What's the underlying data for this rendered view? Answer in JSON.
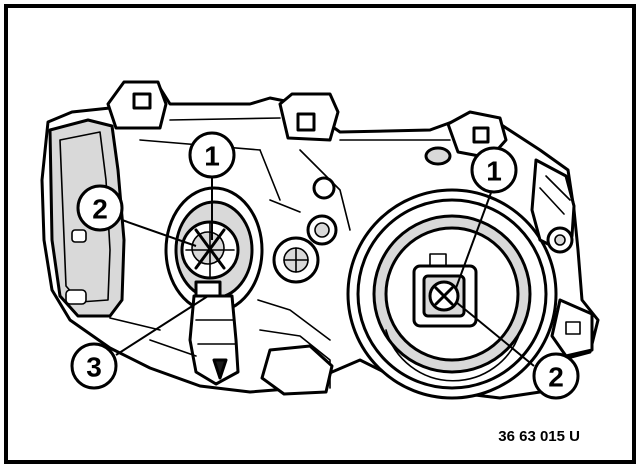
{
  "callouts": [
    {
      "id": "c1a",
      "label": "1"
    },
    {
      "id": "c2a",
      "label": "2"
    },
    {
      "id": "c3",
      "label": "3"
    },
    {
      "id": "c1b",
      "label": "1"
    },
    {
      "id": "c2b",
      "label": "2"
    }
  ],
  "figure_code": "36 63 015 U",
  "colors": {
    "ink": "#000000",
    "paper": "#ffffff",
    "shade": "#d9d9d9"
  }
}
